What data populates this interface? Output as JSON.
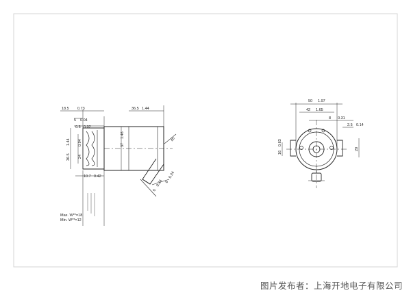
{
  "drawing": {
    "side_view": {
      "dims": {
        "d_18_5": "18.5",
        "d_0_73": "0.73",
        "d_36_5": "36.5",
        "d_1_44": "1.44",
        "d_5": "5",
        "d_0_04": "0.04",
        "d_0_5": "0.5",
        "d_0_02": "0.02",
        "d_36_5v": "36.5",
        "d_1_44v": "1.44",
        "d_24": "24",
        "d_0_94": "0.94",
        "d_37": "37",
        "d_1_46": "1.46",
        "d_10_7": "10.7",
        "d_0_42": "0.42",
        "d_45": "45",
        "d_6": "6",
        "d_0_24": "0.24",
        "d_6b": "6",
        "d_0_24b": "0.24"
      },
      "notes": {
        "max_w": "Max. W**=18",
        "min_w": "Min. W**=12"
      }
    },
    "front_view": {
      "dims": {
        "d_50": "50",
        "d_1_97": "1.97",
        "d_42": "42",
        "d_1_65": "1.65",
        "d_8": "8",
        "d_0_31": "0.31",
        "d_2_5": "2.5",
        "d_0_14": "0.14",
        "d_16": "16",
        "d_0_63": "0.63",
        "d_20": "20"
      }
    }
  },
  "caption": "图片发布者：上海开地电子有限公司"
}
